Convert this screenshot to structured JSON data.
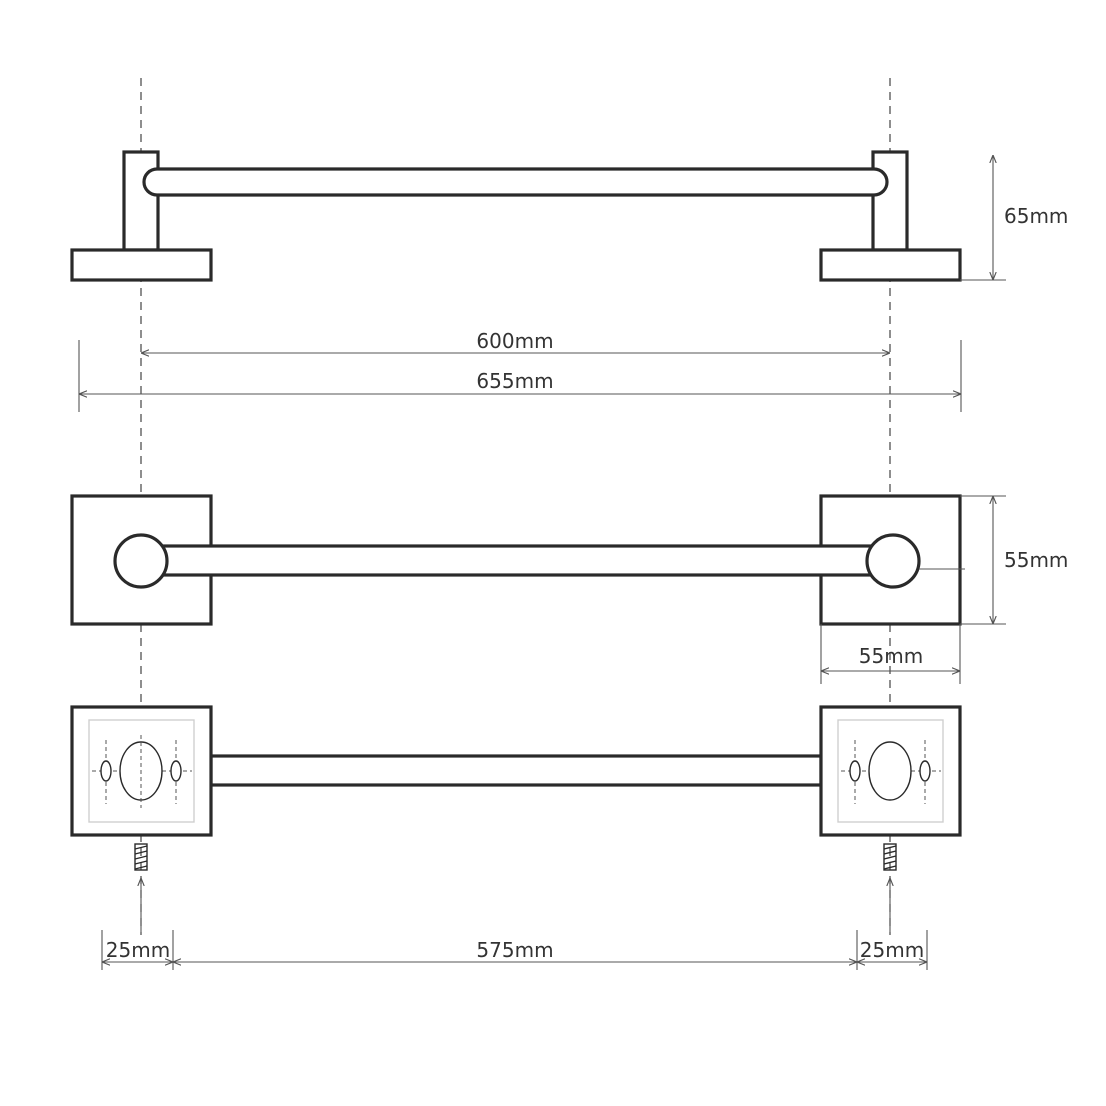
{
  "dimensions": {
    "height": "65mm",
    "center_spacing": "600mm",
    "overall_length": "655mm",
    "plate_height": "55mm",
    "plate_width": "55mm",
    "screw_offset_left": "25mm",
    "inner_span": "575mm",
    "screw_offset_right": "25mm"
  }
}
